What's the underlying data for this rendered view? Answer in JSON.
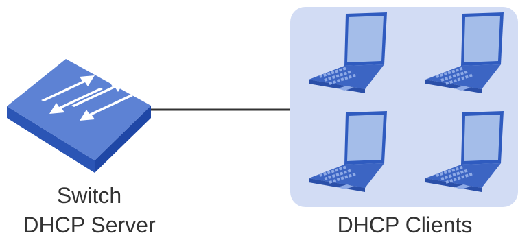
{
  "server": {
    "name": "Switch",
    "role": "DHCP Server",
    "icon": "network-switch-icon"
  },
  "clients": {
    "label": "DHCP Clients",
    "icon": "laptop-icon",
    "count": 4
  },
  "colors": {
    "switch_top": "#5d82d4",
    "switch_side": "#2b55b5",
    "clients_panel": "#d2dcf4",
    "laptop_screen": "#a4bde9",
    "laptop_body": "#3c65c3",
    "link": "#333333",
    "text": "#333333"
  }
}
